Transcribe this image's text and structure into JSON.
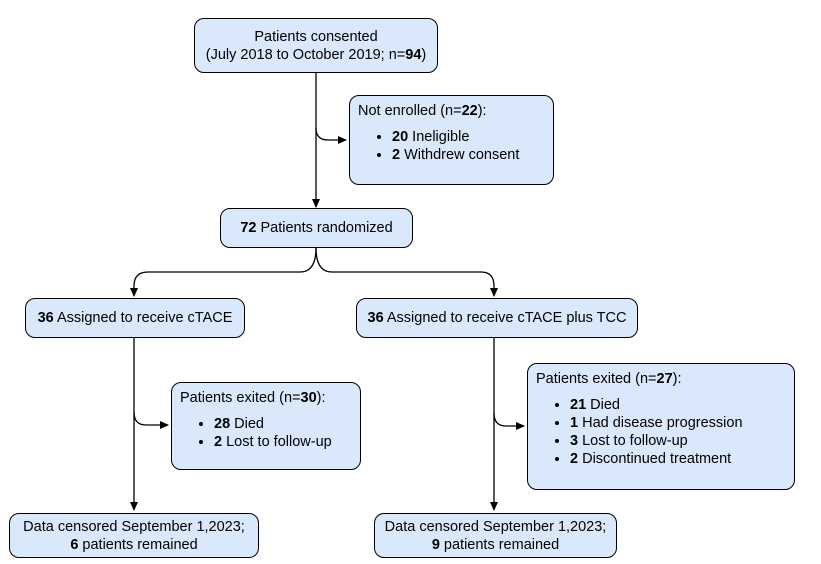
{
  "consented": {
    "line1": "Patients consented",
    "line2_prefix": "(July 2018 to October 2019; n=",
    "line2_value": "94",
    "line2_suffix": ")"
  },
  "not_enrolled": {
    "title_prefix": "Not enrolled (n=",
    "title_value": "22",
    "title_suffix": "):",
    "items": [
      {
        "count": "20",
        "label": " Ineligible"
      },
      {
        "count": "2",
        "label": " Withdrew consent"
      }
    ]
  },
  "randomized": {
    "count": "72",
    "label": " Patients randomized"
  },
  "arm_ctace": {
    "count": "36",
    "label": " Assigned to receive cTACE"
  },
  "arm_tcc": {
    "count": "36",
    "label": " Assigned to receive cTACE plus TCC"
  },
  "exited_ctace": {
    "title_prefix": "Patients exited (n=",
    "title_value": "30",
    "title_suffix": "):",
    "items": [
      {
        "count": "28",
        "label": " Died"
      },
      {
        "count": "2",
        "label": " Lost to follow-up"
      }
    ]
  },
  "exited_tcc": {
    "title_prefix": "Patients exited (n=",
    "title_value": "27",
    "title_suffix": "):",
    "items": [
      {
        "count": "21",
        "label": " Died"
      },
      {
        "count": "1",
        "label": " Had disease progression"
      },
      {
        "count": "3",
        "label": " Lost to follow-up"
      },
      {
        "count": "2",
        "label": " Discontinued treatment"
      }
    ]
  },
  "censored_ctace": {
    "line1": "Data censored September 1,2023;",
    "count": "6",
    "label": " patients remained"
  },
  "censored_tcc": {
    "line1": "Data censored September 1,2023;",
    "count": "9",
    "label": " patients remained"
  }
}
